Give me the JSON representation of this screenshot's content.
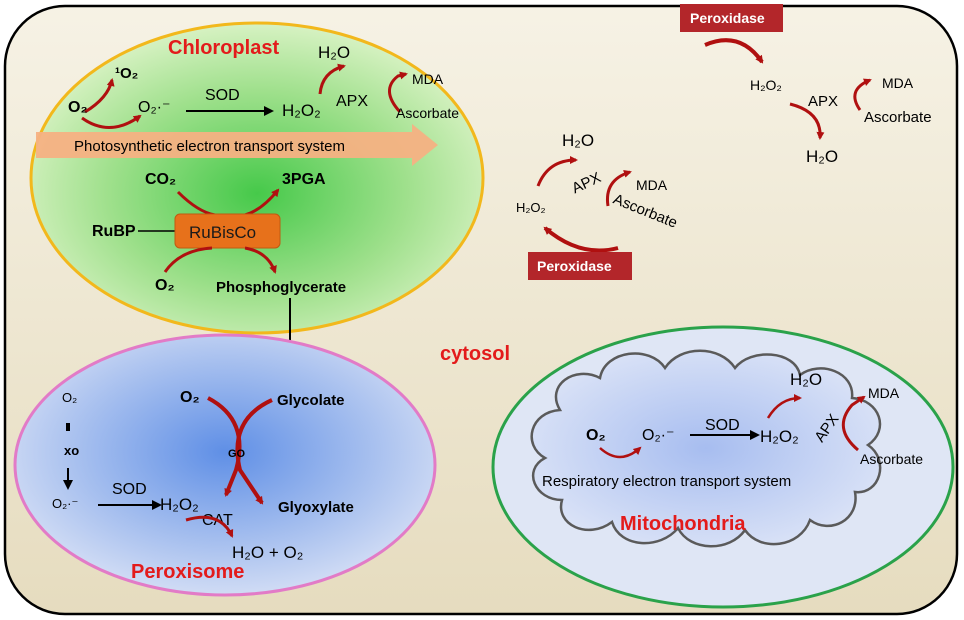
{
  "cytosol": {
    "label": "cytosol"
  },
  "chloroplast": {
    "title": "Chloroplast",
    "singlet_oxygen": "¹O₂",
    "o2": "O₂",
    "superoxide": "O₂·⁻",
    "sod": "SOD",
    "h2o2": "H₂O₂",
    "apx": "APX",
    "h2o": "H₂O",
    "mda": "MDA",
    "ascorbate": "Ascorbate",
    "transport": "Photosynthetic electron transport system",
    "co2": "CO₂",
    "pga": "3PGA",
    "rubp": "RuBP",
    "rubisco": "RuBisCo",
    "o2_bottom": "O₂",
    "phosphoglycerate": "Phosphoglycerate"
  },
  "peroxisome": {
    "title": "Peroxisome",
    "o2_left": "O₂",
    "xo": "xo",
    "superoxide": "O₂·⁻",
    "sod": "SOD",
    "h2o2": "H₂O₂",
    "cat": "CAT",
    "products": "H₂O + O₂",
    "o2": "O₂",
    "go": "GO",
    "glycolate": "Glycolate",
    "glyoxylate": "Glyoxylate"
  },
  "mitochondria": {
    "title": "Mitochondria",
    "o2": "O₂",
    "superoxide": "O₂·⁻",
    "sod": "SOD",
    "h2o2": "H₂O₂",
    "apx": "APX",
    "h2o": "H₂O",
    "mda": "MDA",
    "ascorbate": "Ascorbate",
    "transport": "Respiratory electron transport system"
  },
  "cytosol_cycle_top": {
    "peroxidase": "Peroxidase",
    "h2o2": "H₂O₂",
    "apx": "APX",
    "mda": "MDA",
    "ascorbate": "Ascorbate",
    "h2o": "H₂O"
  },
  "cytosol_cycle_mid": {
    "h2o": "H₂O",
    "apx": "APX",
    "mda": "MDA",
    "h2o2": "H₂O₂",
    "ascorbate": "Ascorbate",
    "peroxidase": "Peroxidase"
  },
  "colors": {
    "red_title": "#e31b1b",
    "arrow_red": "#b01010",
    "peroxidase_box": "#b3262a",
    "rubisco_box": "#e7711b",
    "chloroplast_border": "#f2b81c",
    "peroxisome_border": "#e27bc7",
    "mito_border": "#2aa24a"
  }
}
